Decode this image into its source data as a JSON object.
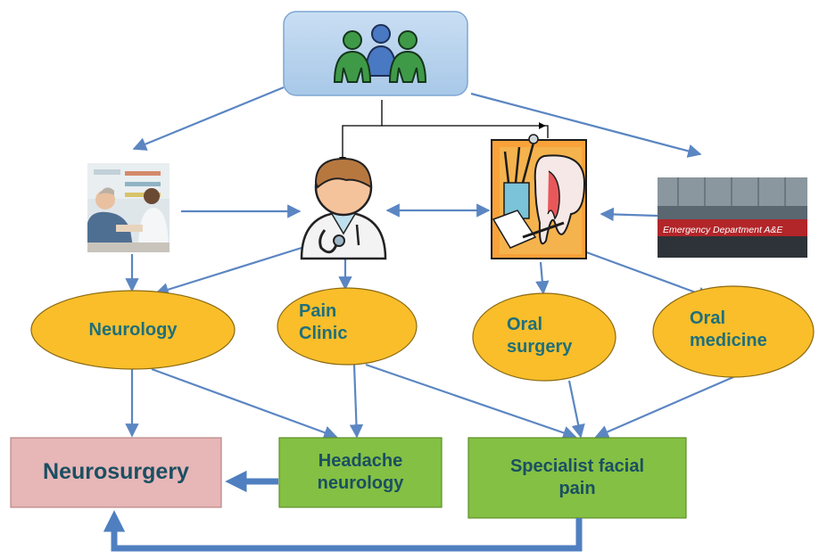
{
  "colors": {
    "arrow": "#5b86c2",
    "patients_box": "#b7d2ec",
    "oval": "#f9be2a",
    "green_box": "#84c043",
    "neurosurgery_box": "#e7b6b7",
    "label_text": "#1f6f7a"
  },
  "nodes": {
    "patients": {
      "icon": "group-of-people-icon"
    },
    "gp": {
      "icon": "doctor-icon"
    },
    "pharmacy": {
      "icon": "pharmacy-photo"
    },
    "dentist": {
      "icon": "dental-instruments-icon"
    },
    "emergency": {
      "icon": "emergency-department-photo",
      "sign_text": "Emergency Department A&E"
    },
    "neurology": {
      "label": "Neurology"
    },
    "pain_clinic": {
      "label_line1": "Pain",
      "label_line2": "Clinic"
    },
    "oral_surgery": {
      "label_line1": "Oral",
      "label_line2": "surgery"
    },
    "oral_medicine": {
      "label_line1": "Oral",
      "label_line2": "medicine"
    },
    "neurosurgery": {
      "label": "Neurosurgery"
    },
    "headache_neurology": {
      "label_line1": "Headache",
      "label_line2": "neurology"
    },
    "specialist_facial_pain": {
      "label_line1": "Specialist facial",
      "label_line2": "pain"
    }
  }
}
